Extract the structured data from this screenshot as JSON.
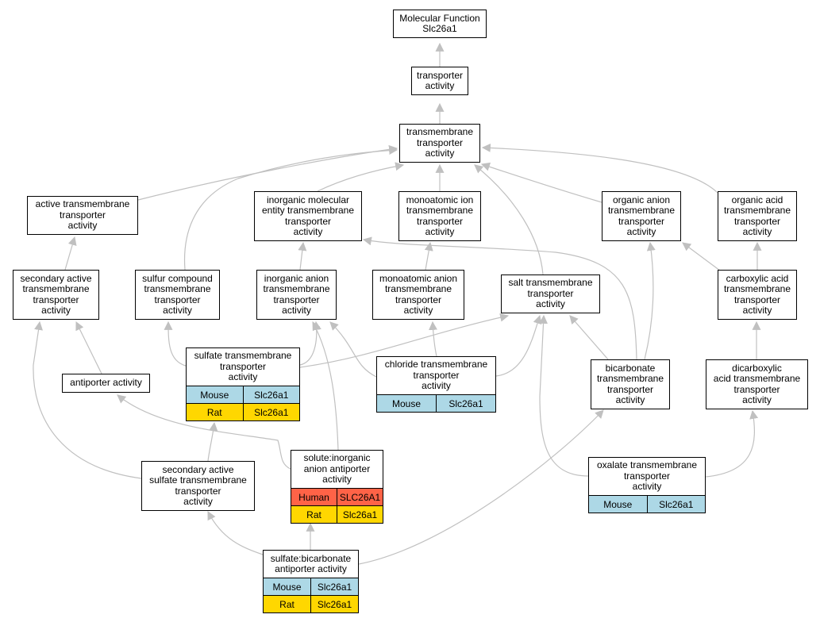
{
  "colors": {
    "edge": "#c0c0c0",
    "species": {
      "Mouse": "#add8e6",
      "Rat": "#ffd700",
      "Human": "#ff6347"
    }
  },
  "nodes": [
    {
      "id": "molecular-function",
      "label": "Molecular Function\nSlc26a1",
      "species": []
    },
    {
      "id": "transporter-activity",
      "label": "transporter\nactivity",
      "species": []
    },
    {
      "id": "transmembrane-transporter-activity",
      "label": "transmembrane\ntransporter\nactivity",
      "species": []
    },
    {
      "id": "active-transmembrane-transporter-activity",
      "label": "active transmembrane\ntransporter\nactivity",
      "species": []
    },
    {
      "id": "inorganic-molecular-entity",
      "label": "inorganic molecular\nentity transmembrane\ntransporter\nactivity",
      "species": []
    },
    {
      "id": "monoatomic-ion",
      "label": "monoatomic ion\ntransmembrane\ntransporter\nactivity",
      "species": []
    },
    {
      "id": "organic-anion",
      "label": "organic anion\ntransmembrane\ntransporter\nactivity",
      "species": []
    },
    {
      "id": "organic-acid",
      "label": "organic acid\ntransmembrane\ntransporter\nactivity",
      "species": []
    },
    {
      "id": "secondary-active",
      "label": "secondary active\ntransmembrane\ntransporter\nactivity",
      "species": []
    },
    {
      "id": "sulfur-compound",
      "label": "sulfur compound\ntransmembrane\ntransporter\nactivity",
      "species": []
    },
    {
      "id": "inorganic-anion",
      "label": "inorganic anion\ntransmembrane\ntransporter\nactivity",
      "species": []
    },
    {
      "id": "monoatomic-anion",
      "label": "monoatomic anion\ntransmembrane\ntransporter\nactivity",
      "species": []
    },
    {
      "id": "salt-transmembrane",
      "label": "salt transmembrane\ntransporter\nactivity",
      "species": []
    },
    {
      "id": "carboxylic-acid",
      "label": "carboxylic acid\ntransmembrane\ntransporter\nactivity",
      "species": []
    },
    {
      "id": "sulfate-transmembrane",
      "label": "sulfate transmembrane\ntransporter\nactivity",
      "species": [
        {
          "org": "Mouse",
          "gene": "Slc26a1"
        },
        {
          "org": "Rat",
          "gene": "Slc26a1"
        }
      ]
    },
    {
      "id": "chloride-transmembrane",
      "label": "chloride transmembrane\ntransporter\nactivity",
      "species": [
        {
          "org": "Mouse",
          "gene": "Slc26a1"
        }
      ]
    },
    {
      "id": "bicarbonate-transmembrane",
      "label": "bicarbonate\ntransmembrane\ntransporter\nactivity",
      "species": []
    },
    {
      "id": "dicarboxylic-acid",
      "label": "dicarboxylic\nacid transmembrane\ntransporter\nactivity",
      "species": []
    },
    {
      "id": "antiporter-activity",
      "label": "antiporter activity",
      "species": []
    },
    {
      "id": "secondary-active-sulfate",
      "label": "secondary active\nsulfate transmembrane\ntransporter\nactivity",
      "species": []
    },
    {
      "id": "solute-inorganic-anion-antiporter",
      "label": "solute:inorganic\nanion antiporter\nactivity",
      "species": [
        {
          "org": "Human",
          "gene": "SLC26A1"
        },
        {
          "org": "Rat",
          "gene": "Slc26a1"
        }
      ]
    },
    {
      "id": "oxalate-transmembrane",
      "label": "oxalate transmembrane\ntransporter\nactivity",
      "species": [
        {
          "org": "Mouse",
          "gene": "Slc26a1"
        }
      ]
    },
    {
      "id": "sulfate-bicarbonate-antiporter",
      "label": "sulfate:bicarbonate\nantiporter activity",
      "species": [
        {
          "org": "Mouse",
          "gene": "Slc26a1"
        },
        {
          "org": "Rat",
          "gene": "Slc26a1"
        }
      ]
    }
  ],
  "edges": [
    {
      "from": "transporter-activity",
      "to": "molecular-function"
    },
    {
      "from": "transmembrane-transporter-activity",
      "to": "transporter-activity"
    },
    {
      "from": "active-transmembrane-transporter-activity",
      "to": "transmembrane-transporter-activity"
    },
    {
      "from": "inorganic-molecular-entity",
      "to": "transmembrane-transporter-activity"
    },
    {
      "from": "monoatomic-ion",
      "to": "transmembrane-transporter-activity"
    },
    {
      "from": "organic-anion",
      "to": "transmembrane-transporter-activity"
    },
    {
      "from": "organic-acid",
      "to": "transmembrane-transporter-activity"
    },
    {
      "from": "sulfur-compound",
      "to": "transmembrane-transporter-activity"
    },
    {
      "from": "salt-transmembrane",
      "to": "transmembrane-transporter-activity"
    },
    {
      "from": "secondary-active",
      "to": "active-transmembrane-transporter-activity"
    },
    {
      "from": "inorganic-anion",
      "to": "inorganic-molecular-entity"
    },
    {
      "from": "bicarbonate-transmembrane",
      "to": "inorganic-molecular-entity"
    },
    {
      "from": "monoatomic-anion",
      "to": "monoatomic-ion"
    },
    {
      "from": "bicarbonate-transmembrane",
      "to": "organic-anion"
    },
    {
      "from": "carboxylic-acid",
      "to": "organic-anion"
    },
    {
      "from": "carboxylic-acid",
      "to": "organic-acid"
    },
    {
      "from": "antiporter-activity",
      "to": "secondary-active"
    },
    {
      "from": "secondary-active-sulfate",
      "to": "secondary-active"
    },
    {
      "from": "sulfate-transmembrane",
      "to": "sulfur-compound"
    },
    {
      "from": "sulfate-transmembrane",
      "to": "inorganic-anion"
    },
    {
      "from": "chloride-transmembrane",
      "to": "inorganic-anion"
    },
    {
      "from": "solute-inorganic-anion-antiporter",
      "to": "inorganic-anion"
    },
    {
      "from": "chloride-transmembrane",
      "to": "monoatomic-anion"
    },
    {
      "from": "sulfate-transmembrane",
      "to": "salt-transmembrane"
    },
    {
      "from": "chloride-transmembrane",
      "to": "salt-transmembrane"
    },
    {
      "from": "bicarbonate-transmembrane",
      "to": "salt-transmembrane"
    },
    {
      "from": "oxalate-transmembrane",
      "to": "salt-transmembrane"
    },
    {
      "from": "dicarboxylic-acid",
      "to": "carboxylic-acid"
    },
    {
      "from": "oxalate-transmembrane",
      "to": "dicarboxylic-acid"
    },
    {
      "from": "secondary-active-sulfate",
      "to": "sulfate-transmembrane"
    },
    {
      "from": "solute-inorganic-anion-antiporter",
      "to": "antiporter-activity"
    },
    {
      "from": "sulfate-bicarbonate-antiporter",
      "to": "secondary-active-sulfate"
    },
    {
      "from": "sulfate-bicarbonate-antiporter",
      "to": "solute-inorganic-anion-antiporter"
    },
    {
      "from": "sulfate-bicarbonate-antiporter",
      "to": "bicarbonate-transmembrane"
    }
  ]
}
